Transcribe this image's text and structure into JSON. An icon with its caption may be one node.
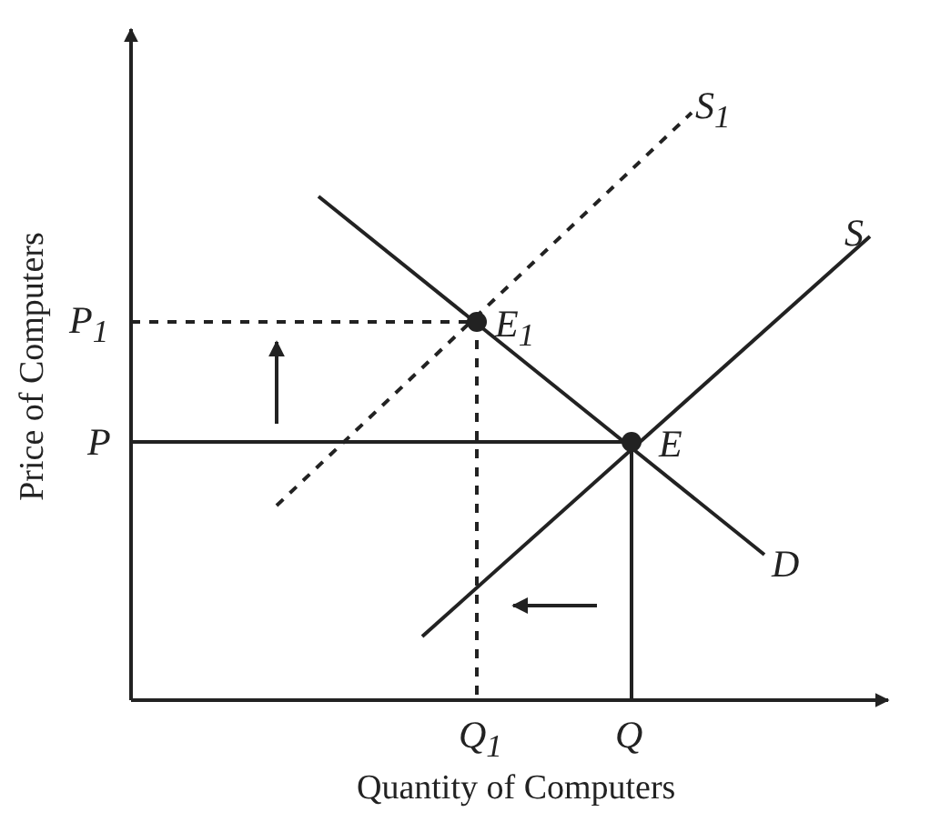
{
  "diagram": {
    "labels": [
      "S$_{1}$",
      "S",
      "P$_{1}$",
      "E$_{1}$",
      "P",
      "E",
      "D",
      "Price of Computers",
      "Q$_{1}$",
      "Q",
      "Quantity of Computers"
    ]
  }
}
